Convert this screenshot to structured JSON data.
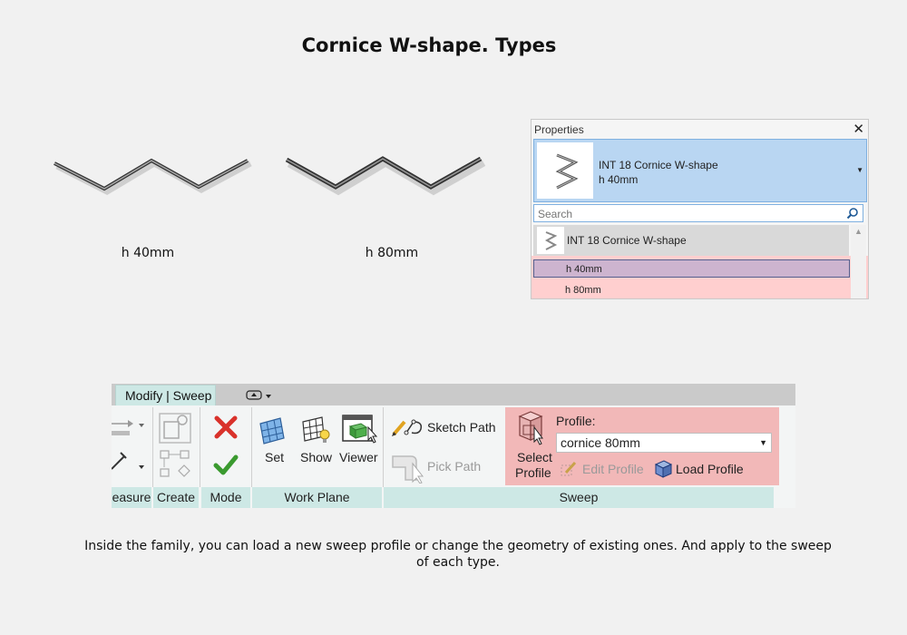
{
  "title": "Cornice W-shape. Types",
  "shapes": [
    {
      "label": "h 40mm"
    },
    {
      "label": "h 80mm"
    }
  ],
  "properties": {
    "header": "Properties",
    "close_glyph": "✕",
    "type_selector": {
      "family": "INT 18 Cornice W-shape",
      "type": "h 40mm"
    },
    "search_placeholder": "Search",
    "family_row": "INT 18 Cornice W-shape",
    "types": [
      "h 40mm",
      "h 80mm"
    ]
  },
  "ribbon": {
    "tab": "Modify | Sweep",
    "panels": {
      "measure": "easure",
      "create": "Create",
      "mode": "Mode",
      "work_plane": "Work Plane",
      "sweep": "Sweep"
    },
    "buttons": {
      "set": "Set",
      "show": "Show",
      "viewer": "Viewer",
      "sketch_path": "Sketch Path",
      "pick_path": "Pick Path",
      "select_profile_1": "Select",
      "select_profile_2": "Profile",
      "profile_label": "Profile:",
      "profile_value": "cornice 80mm",
      "edit_profile": "Edit Profile",
      "load_profile": "Load Profile"
    }
  },
  "caption": "Inside the family, you can load a new sweep profile or change the geometry of existing ones. And apply to the sweep of each type.",
  "colors": {
    "selector_blue": "#b9d6f2",
    "highlight_pink": "#ffcfcf",
    "tab_teal": "#cde8e5",
    "cancel_red": "#d9322b",
    "finish_green": "#3a9a2f"
  }
}
